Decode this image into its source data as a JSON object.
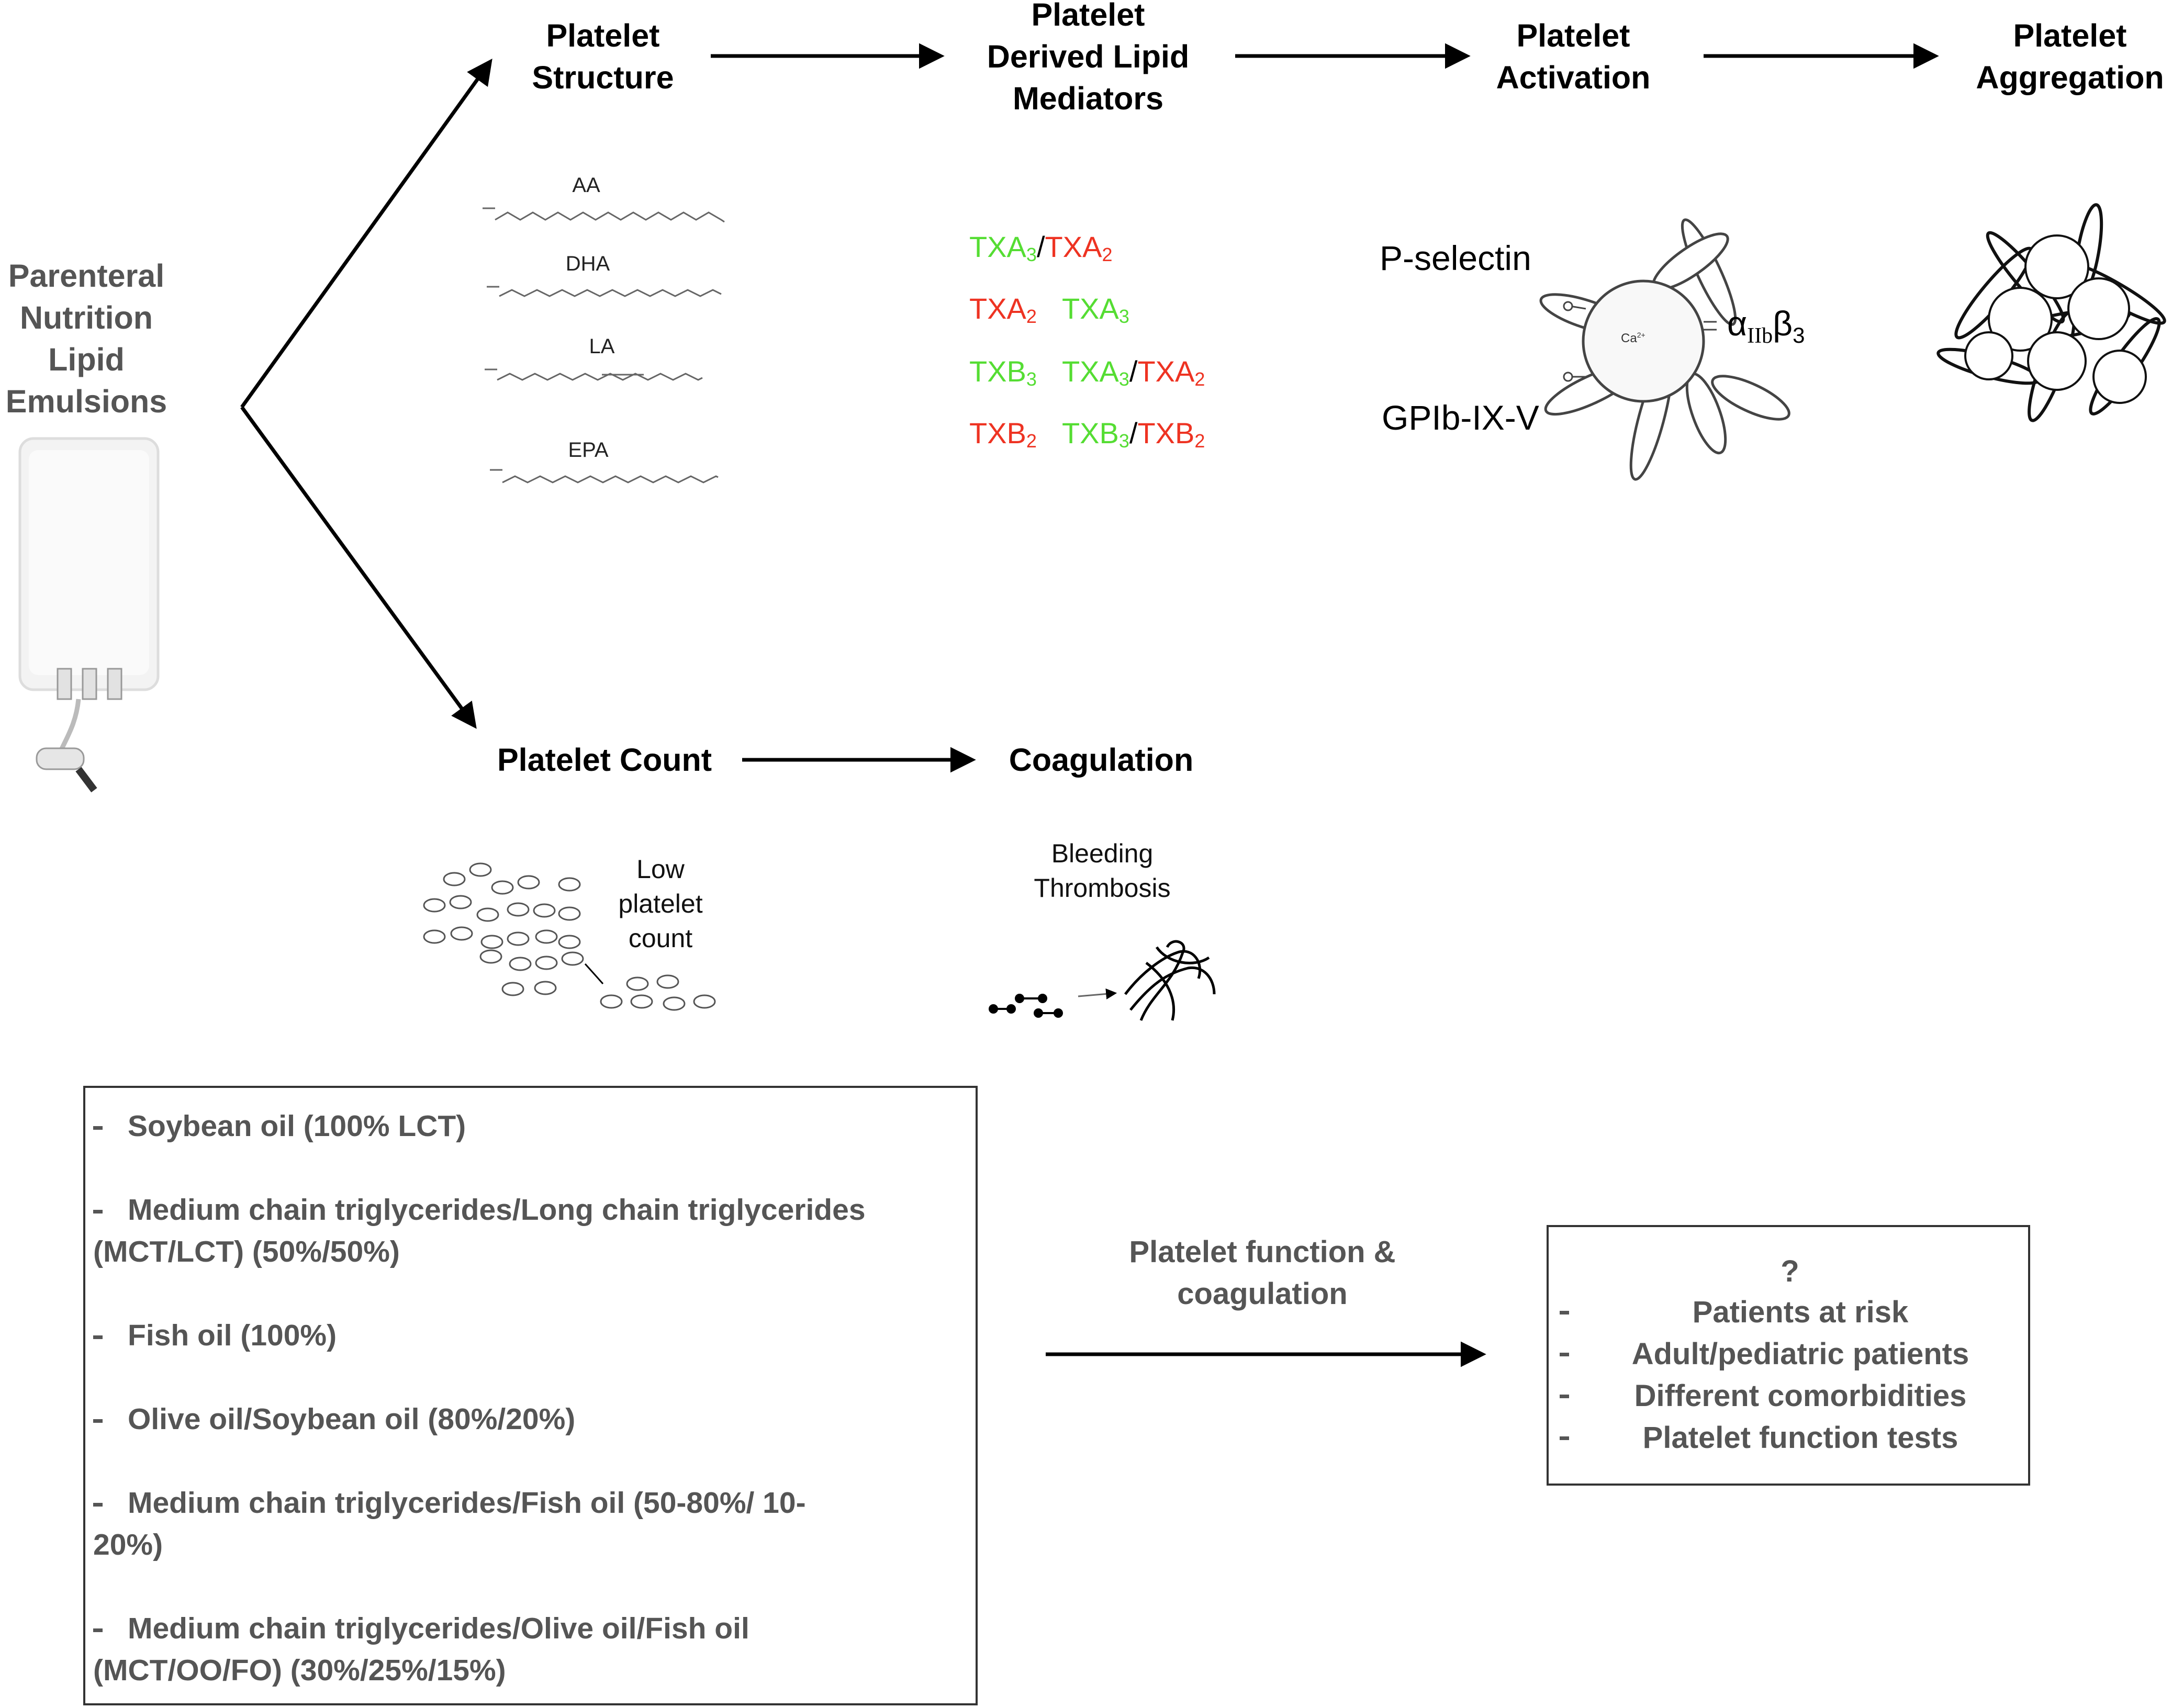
{
  "source": {
    "title_lines": [
      "Parenteral",
      "Nutrition",
      "Lipid",
      "Emulsions"
    ],
    "bag_icon": "iv-bag-icon"
  },
  "flow": {
    "structure": [
      "Platelet",
      "Structure"
    ],
    "mediators": [
      "Platelet",
      "Derived Lipid",
      "Mediators"
    ],
    "activation": [
      "Platelet",
      "Activation"
    ],
    "aggregation": [
      "Platelet",
      "Aggregation"
    ],
    "count": "Platelet Count",
    "coagulation": "Coagulation"
  },
  "fatty_acids": [
    "AA",
    "DHA",
    "LA",
    "EPA"
  ],
  "mediators": {
    "row1": [
      {
        "base": "TXA",
        "sub": "3",
        "color": "green"
      },
      {
        "sep": "/"
      },
      {
        "base": "TXA",
        "sub": "2",
        "color": "red"
      }
    ],
    "row2": [
      {
        "base": "TXA",
        "sub": "2",
        "color": "red"
      },
      {
        "base": "TXA",
        "sub": "3",
        "color": "green"
      }
    ],
    "row3": [
      {
        "base": "TXB",
        "sub": "3",
        "color": "green"
      },
      {
        "base": "TXA",
        "sub": "3",
        "color": "green"
      },
      {
        "sep": "/"
      },
      {
        "base": "TXA",
        "sub": "2",
        "color": "red"
      }
    ],
    "row4": [
      {
        "base": "TXB",
        "sub": "2",
        "color": "red"
      },
      {
        "base": "TXB",
        "sub": "3",
        "color": "green"
      },
      {
        "sep": "/"
      },
      {
        "base": "TXB",
        "sub": "2",
        "color": "red"
      }
    ]
  },
  "activation": {
    "p_selectin": "P-selectin",
    "gp": "GPIb-IX-V",
    "integrin_alpha": "α",
    "integrin_sub": "IIb",
    "integrin_beta": "β",
    "integrin_beta_sub": "3",
    "calcium": "Ca",
    "calcium_sup": "2+"
  },
  "count": {
    "label_lines": [
      "Low",
      "platelet",
      "count"
    ]
  },
  "coag": {
    "label_lines": [
      "Bleeding",
      "Thrombosis"
    ]
  },
  "emulsions": [
    "Soybean oil (100% LCT)",
    "Medium chain triglycerides/Long chain triglycerides (MCT/LCT) (50%/50%)",
    "Fish oil (100%)",
    "Olive oil/Soybean oil (80%/20%)",
    "Medium chain triglycerides/Fish oil (50-80%/ 10-20%)",
    "Medium chain triglycerides/Olive oil/Fish oil (MCT/OO/FO) (30%/25%/15%)"
  ],
  "link_label": [
    "Platelet function &",
    "coagulation"
  ],
  "unknowns": {
    "mark": "?",
    "items": [
      "Patients at risk",
      "Adult/pediatric patients",
      "Different comorbidities",
      "Platelet function tests"
    ]
  }
}
